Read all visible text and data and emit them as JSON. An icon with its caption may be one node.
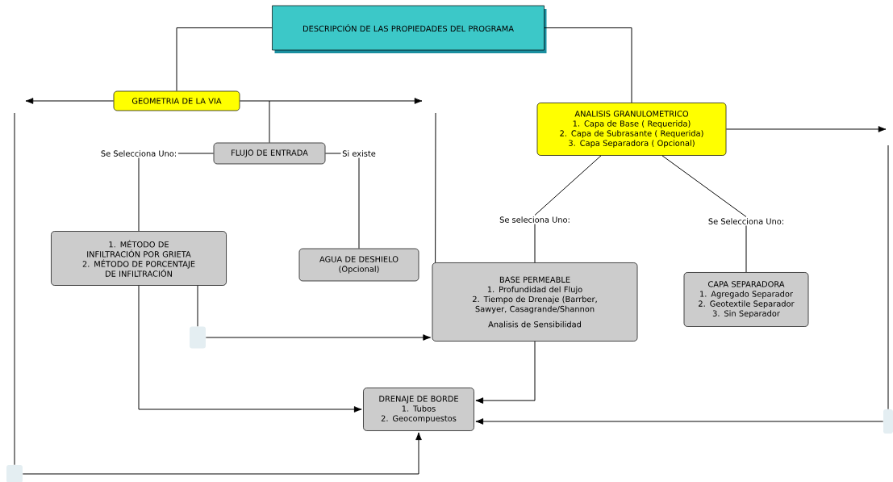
{
  "diagram": {
    "nodes": [
      {
        "text": [
          "DESCRIPCIÓN DE LAS PROPIEDADES DEL PROGRAMA"
        ]
      },
      {
        "text": [
          "GEOMETRIA DE LA VIA"
        ]
      },
      {
        "text": [
          "ANALISIS GRANULOMETRICO",
          "1. Capa de Base ( Requerida)",
          "2. Capa de Subrasante ( Requerida)",
          "3. Capa Separadora ( Opcional)"
        ]
      },
      {
        "text": [
          "Se Selecciona Uno:"
        ]
      },
      {
        "text": [
          "FLUJO DE ENTRADA"
        ]
      },
      {
        "text": [
          "Si existe"
        ]
      },
      {
        "text": [
          "1. MÉTODO DE INFILTRACIÓN POR GRIETA",
          "2. MÉTODO DE PORCENTAJE DE INFILTRACIÓN"
        ]
      },
      {
        "text": [
          "AGUA DE DESHIELO",
          "(Opcional)"
        ]
      },
      {
        "text": [
          "Se seleciona Uno:"
        ]
      },
      {
        "text": [
          "Se Selecciona Uno:"
        ]
      },
      {
        "text": [
          "BASE PERMEABLE",
          "1. Profundidad del Flujo",
          "2. Tiempo de Drenaje (Barrber, Sawyer, Casagrande/Shannon",
          "Analisis de Sensibilidad"
        ]
      },
      {
        "text": [
          "CAPA SEPARADORA",
          "1. Agregado Separador",
          "2. Geotextile Separador",
          "3. Sin Separador"
        ]
      },
      {
        "text": [
          "DRENAJE DE BORDE",
          "1. Tubos",
          "2. Geocompuestos"
        ]
      },
      {
        "text": [],
        "shape": "box"
      },
      {
        "text": [],
        "shape": "box"
      },
      {
        "text": [],
        "shape": "box"
      }
    ],
    "edges": [
      {
        "from": 0,
        "to": 1,
        "arrow": "none"
      },
      {
        "from": 0,
        "to": 2,
        "arrow": "none"
      },
      {
        "from": 1,
        "to": null,
        "arrow": "to"
      },
      {
        "from": 1,
        "to": null,
        "arrow": "to"
      },
      {
        "from": 1,
        "to": 4,
        "arrow": "none"
      },
      {
        "from": 4,
        "to": 3,
        "arrow": "none"
      },
      {
        "from": 4,
        "to": 5,
        "arrow": "none"
      },
      {
        "from": 3,
        "to": 6,
        "arrow": "none"
      },
      {
        "from": 5,
        "to": 7,
        "arrow": "none"
      },
      {
        "from": 2,
        "to": 8,
        "arrow": "none"
      },
      {
        "from": 2,
        "to": 9,
        "arrow": "none"
      },
      {
        "from": 8,
        "to": 10,
        "arrow": "none"
      },
      {
        "from": 9,
        "to": 11,
        "arrow": "none"
      },
      {
        "from": 2,
        "to": null,
        "arrow": "to"
      },
      {
        "from": 6,
        "to": 13,
        "arrow": "none"
      },
      {
        "from": 13,
        "to": 10,
        "arrow": "to"
      },
      {
        "from": 6,
        "to": 12,
        "arrow": "to"
      },
      {
        "from": 10,
        "to": 12,
        "arrow": "to"
      },
      {
        "from": 15,
        "to": 12,
        "arrow": "to"
      },
      {
        "from": 14,
        "to": 12,
        "arrow": "to"
      },
      {
        "from": null,
        "to": 14,
        "arrow": "none"
      },
      {
        "from": null,
        "to": 10,
        "arrow": "none"
      },
      {
        "from": null,
        "to": 15,
        "arrow": "none"
      }
    ]
  }
}
